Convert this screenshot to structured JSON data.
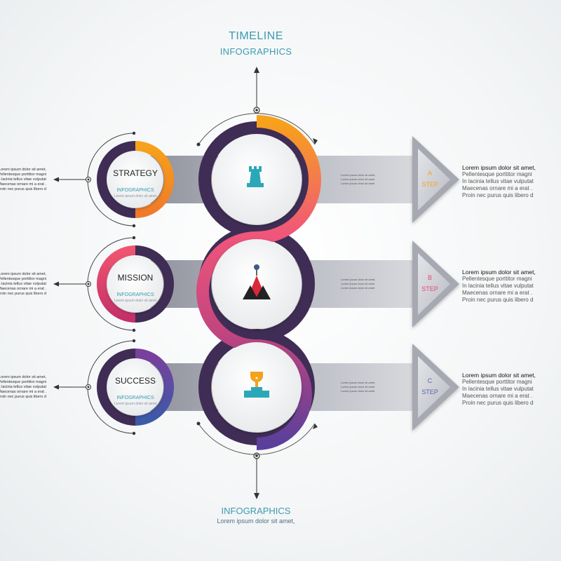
{
  "header": {
    "title": "TIMELINE",
    "subtitle": "INFOGRAPHICS"
  },
  "footer": {
    "title": "INFOGRAPHICS",
    "text": "Lorem ipsum dolor sit amet,"
  },
  "rows": [
    {
      "label": "STRATEGY",
      "sub": "INFOGRAPHICS",
      "small": "Lorem ipsum dolor sit amet",
      "step_letter": "A",
      "step_word": "STEP",
      "step_color": "#f4a21f",
      "icon": "chess-rook-icon",
      "right_lines": [
        "Lorem ipsum dolor sit amet,",
        "Pellentesque porttitor magni",
        "In lacinia tellus vitae vulputat",
        "Maecenas ornare mi a erat .",
        "Proin nec purus quis libero d"
      ],
      "left_lines": [
        "Lorem ipsum dolor sit amet,",
        "Pellentesque porttitor magni",
        "In lacinia tellus vitae vulputat",
        "Maecenas ornare mi a erat .",
        "Proin nec purus quis libero d"
      ],
      "mid_lines": [
        "Lorem ipsum dolor sit amet,",
        "Lorem ipsum dolor sit amet",
        "Lorem ipsum dolor sit amet"
      ]
    },
    {
      "label": "MISSION",
      "sub": "INFOGRAPHICS",
      "small": "Lorem ipsum dolor sit amet",
      "step_letter": "B",
      "step_word": "STEP",
      "step_color": "#e8467a",
      "icon": "mountain-flag-icon",
      "right_lines": [
        "Lorem ipsum dolor sit amet,",
        "Pellentesque porttitor magni",
        "In lacinia tellus vitae vulputat",
        "Maecenas ornare mi a erat .",
        "Proin nec purus quis libero d"
      ],
      "left_lines": [
        "Lorem ipsum dolor sit amet,",
        "Pellentesque porttitor magni",
        "In lacinia tellus vitae vulputat",
        "Maecenas ornare mi a erat .",
        "Proin nec purus quis libero d"
      ],
      "mid_lines": [
        "Lorem ipsum dolor sit amet,",
        "Lorem ipsum dolor sit amet",
        "Lorem ipsum dolor sit amet"
      ]
    },
    {
      "label": "SUCCESS",
      "sub": "INFOGRAPHICS",
      "small": "Lorem ipsum dolor sit amet",
      "step_letter": "C",
      "step_word": "STEP",
      "step_color": "#5b63b7",
      "icon": "trophy-icon",
      "right_lines": [
        "Lorem ipsum dolor sit amet,",
        "Pellentesque porttitor magni",
        "In lacinia tellus vitae vulputat",
        "Maecenas ornare mi a erat .",
        "Proin nec purus quis libero d"
      ],
      "left_lines": [
        "Lorem ipsum dolor sit amet,",
        "Pellentesque porttitor magni",
        "In lacinia tellus vitae vulputat",
        "Maecenas ornare mi a erat .",
        "Proin nec purus quis libero d"
      ],
      "mid_lines": [
        "Lorem ipsum dolor sit amet,",
        "Lorem ipsum dolor sit amet",
        "Lorem ipsum dolor sit amet"
      ]
    }
  ],
  "colors": {
    "dark_ring": "#3f2d55",
    "orange": "#f7a21b",
    "pink": "#e8457b",
    "purple": "#7a3f9c",
    "blue": "#3d57a6",
    "arrow": "#9a9ca8",
    "icon_teal": "#2ba8b8",
    "icon_red": "#d9283a"
  }
}
